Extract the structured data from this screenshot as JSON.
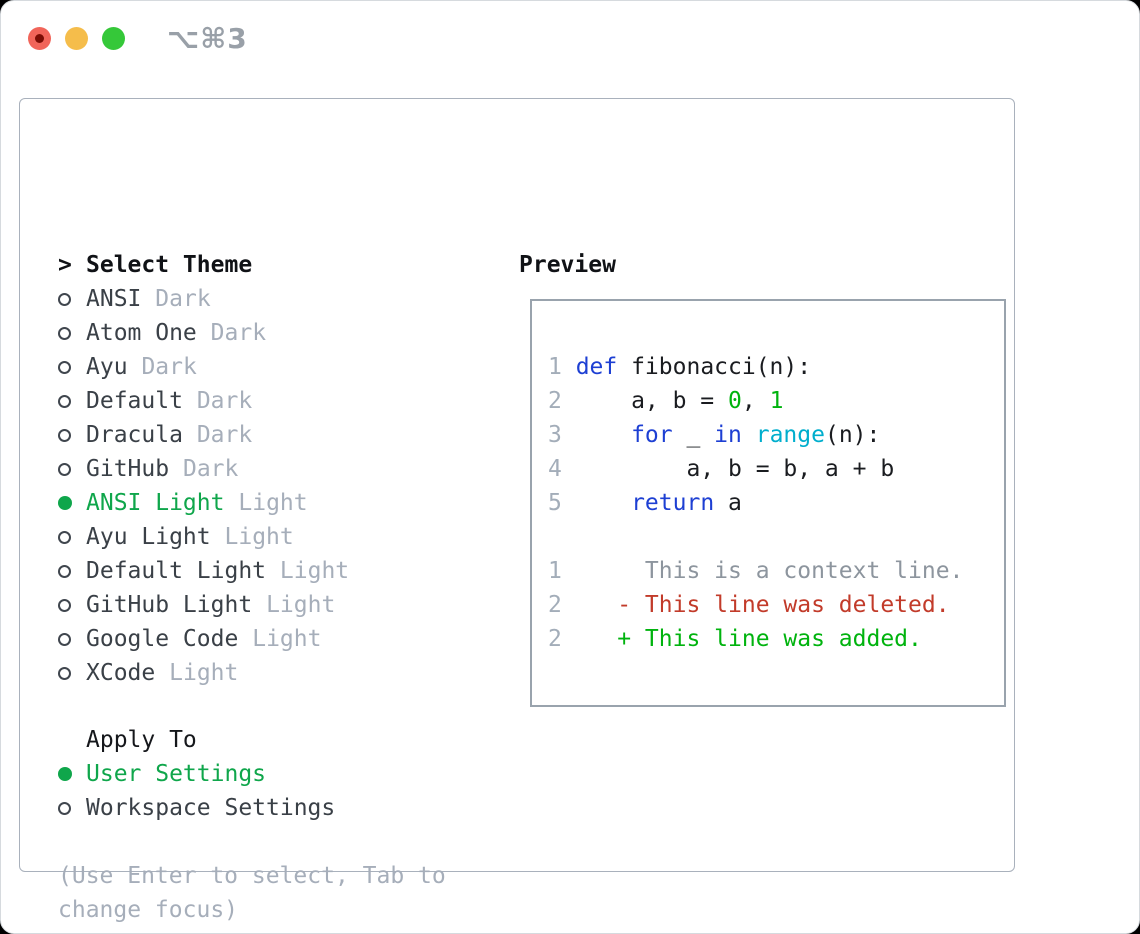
{
  "window": {
    "shortcut_label": "⌥⌘3",
    "traffic_lights": {
      "red": "#f1655a",
      "red_inner_dot": "#7b0d05",
      "yellow": "#f5bd4b",
      "green": "#35c839"
    }
  },
  "theme_selector": {
    "header": {
      "cursor": ">",
      "label": "Select Theme"
    },
    "items": [
      {
        "label": "ANSI",
        "suffix": "Dark",
        "selected": false
      },
      {
        "label": "Atom One",
        "suffix": "Dark",
        "selected": false
      },
      {
        "label": "Ayu",
        "suffix": "Dark",
        "selected": false
      },
      {
        "label": "Default",
        "suffix": "Dark",
        "selected": false
      },
      {
        "label": "Dracula",
        "suffix": "Dark",
        "selected": false
      },
      {
        "label": "GitHub",
        "suffix": "Dark",
        "selected": false
      },
      {
        "label": "ANSI Light",
        "suffix": "Light",
        "selected": true
      },
      {
        "label": "Ayu Light",
        "suffix": "Light",
        "selected": false
      },
      {
        "label": "Default Light",
        "suffix": "Light",
        "selected": false
      },
      {
        "label": "GitHub Light",
        "suffix": "Light",
        "selected": false
      },
      {
        "label": "Google Code",
        "suffix": "Light",
        "selected": false
      },
      {
        "label": "XCode",
        "suffix": "Light",
        "selected": false
      }
    ],
    "apply_to": {
      "label": "Apply To",
      "options": [
        {
          "label": "User Settings",
          "selected": true
        },
        {
          "label": "Workspace Settings",
          "selected": false
        }
      ]
    },
    "hint": "(Use Enter to select, Tab to\nchange focus)"
  },
  "preview": {
    "title": "Preview",
    "code_lines": [
      {
        "num": "1",
        "tokens": [
          {
            "t": "def",
            "c": "kw"
          },
          {
            "t": " fibonacci(n):",
            "c": "txt"
          }
        ]
      },
      {
        "num": "2",
        "tokens": [
          {
            "t": "    a, b = ",
            "c": "txt"
          },
          {
            "t": "0",
            "c": "num"
          },
          {
            "t": ", ",
            "c": "txt"
          },
          {
            "t": "1",
            "c": "num"
          }
        ]
      },
      {
        "num": "3",
        "tokens": [
          {
            "t": "    ",
            "c": "txt"
          },
          {
            "t": "for",
            "c": "kw"
          },
          {
            "t": " _ ",
            "c": "txt"
          },
          {
            "t": "in",
            "c": "kw"
          },
          {
            "t": " ",
            "c": "txt"
          },
          {
            "t": "range",
            "c": "fn"
          },
          {
            "t": "(n):",
            "c": "txt"
          }
        ]
      },
      {
        "num": "4",
        "tokens": [
          {
            "t": "        a, b = b, a + b",
            "c": "txt"
          }
        ]
      },
      {
        "num": "5",
        "tokens": [
          {
            "t": "    ",
            "c": "txt"
          },
          {
            "t": "return",
            "c": "kw"
          },
          {
            "t": " a",
            "c": "txt"
          }
        ]
      }
    ],
    "diff_lines": [
      {
        "num": "1",
        "tokens": [
          {
            "t": "     This is a context line.",
            "c": "ctx"
          }
        ]
      },
      {
        "num": "2",
        "tokens": [
          {
            "t": "   - This line was deleted.",
            "c": "del"
          }
        ]
      },
      {
        "num": "2",
        "tokens": [
          {
            "t": "   + This line was added.",
            "c": "add"
          }
        ]
      }
    ]
  },
  "colors": {
    "ui_selected_green": "#0fa64b",
    "syntax_keyword_blue": "#1d3fd3",
    "syntax_builtin_cyan": "#00aecd",
    "syntax_number_green": "#00b30e",
    "diff_deleted_red": "#c23b2a",
    "diff_added_green": "#00b30e",
    "muted_gray": "#a6aeba",
    "line_number_gray": "#a3adb9",
    "panel_border": "#a9b1bc",
    "preview_border": "#99a3ad"
  }
}
